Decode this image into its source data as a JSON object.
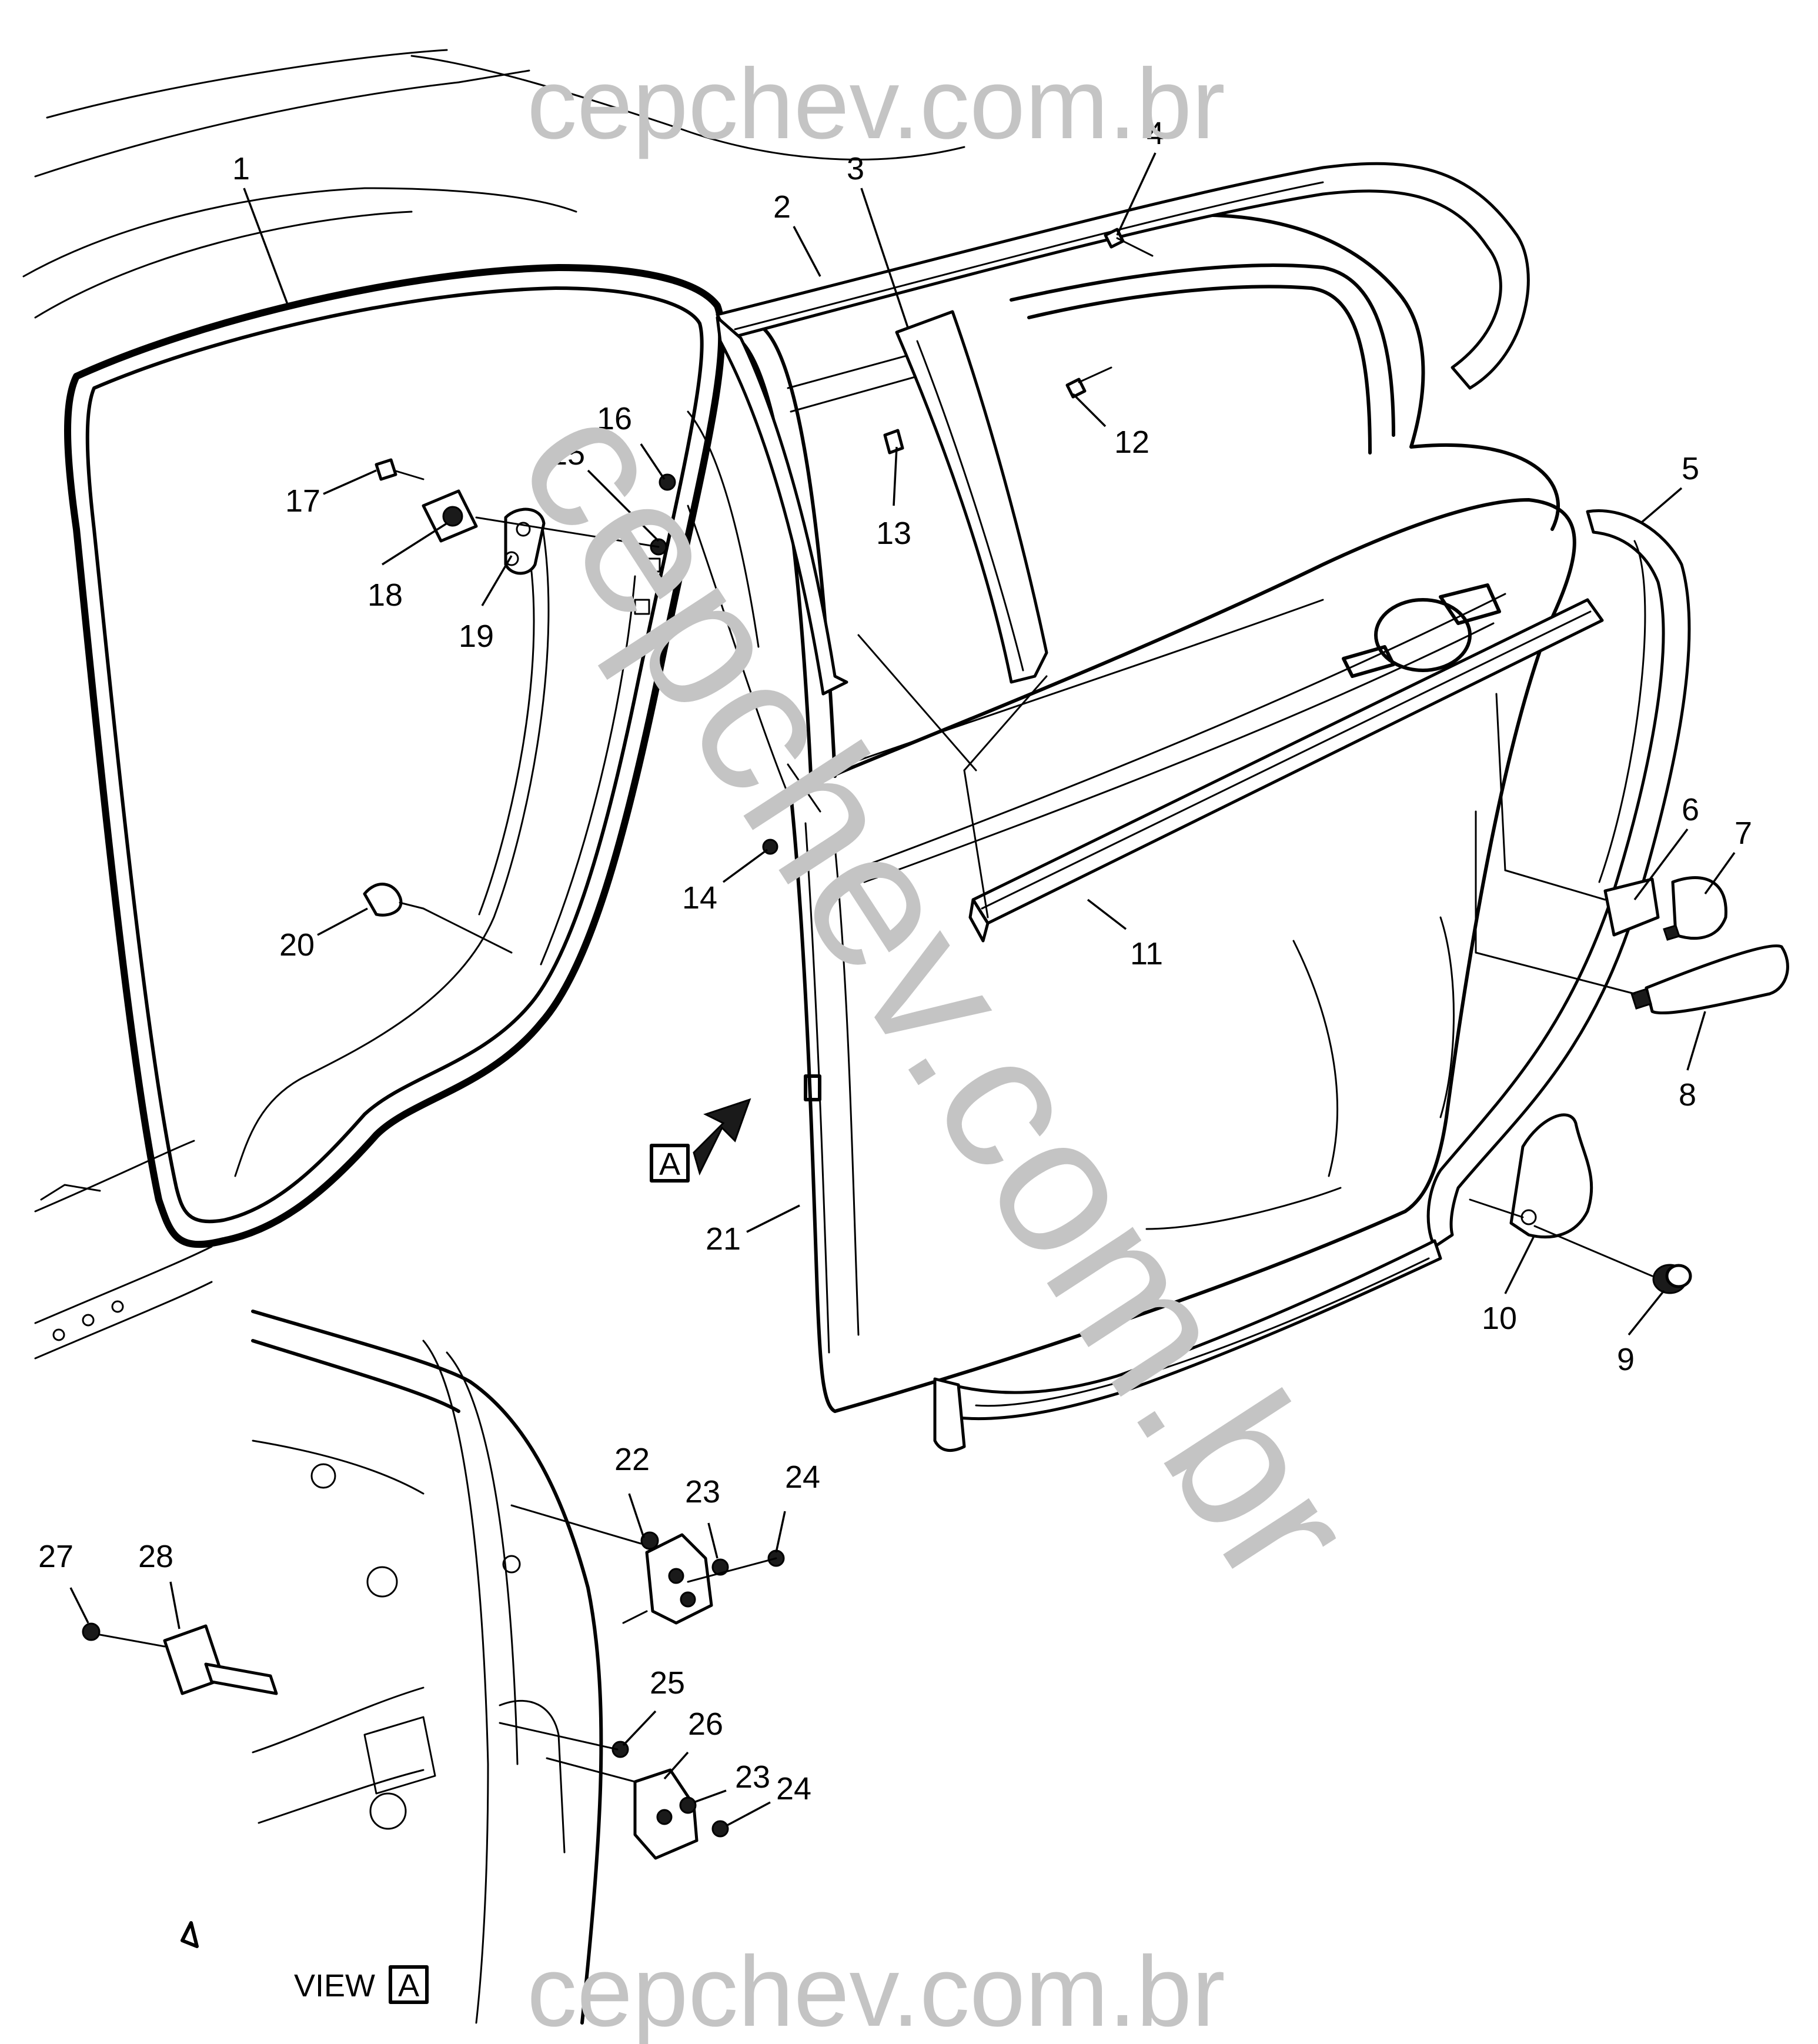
{
  "callouts": [
    {
      "id": "1",
      "label": "1"
    },
    {
      "id": "2",
      "label": "2"
    },
    {
      "id": "3",
      "label": "3"
    },
    {
      "id": "4",
      "label": "4"
    },
    {
      "id": "5",
      "label": "5"
    },
    {
      "id": "6",
      "label": "6"
    },
    {
      "id": "7",
      "label": "7"
    },
    {
      "id": "8",
      "label": "8"
    },
    {
      "id": "9",
      "label": "9"
    },
    {
      "id": "10",
      "label": "10"
    },
    {
      "id": "11",
      "label": "11"
    },
    {
      "id": "12",
      "label": "12"
    },
    {
      "id": "13",
      "label": "13"
    },
    {
      "id": "14",
      "label": "14"
    },
    {
      "id": "15",
      "label": "15"
    },
    {
      "id": "16",
      "label": "16"
    },
    {
      "id": "17",
      "label": "17"
    },
    {
      "id": "18",
      "label": "18"
    },
    {
      "id": "19",
      "label": "19"
    },
    {
      "id": "20",
      "label": "20"
    },
    {
      "id": "21",
      "label": "21"
    },
    {
      "id": "22",
      "label": "22"
    },
    {
      "id": "23a",
      "label": "23"
    },
    {
      "id": "24a",
      "label": "24"
    },
    {
      "id": "23b",
      "label": "23"
    },
    {
      "id": "24b",
      "label": "24"
    },
    {
      "id": "25",
      "label": "25"
    },
    {
      "id": "26",
      "label": "26"
    },
    {
      "id": "27",
      "label": "27"
    },
    {
      "id": "28",
      "label": "28"
    }
  ],
  "view_indicator": "A",
  "view_label": "VIEW",
  "view_letter": "A",
  "watermark": {
    "top": "cepchev.com.br",
    "bottom": "cepchev.com.br",
    "diagonal": "cepchev.com.br"
  }
}
